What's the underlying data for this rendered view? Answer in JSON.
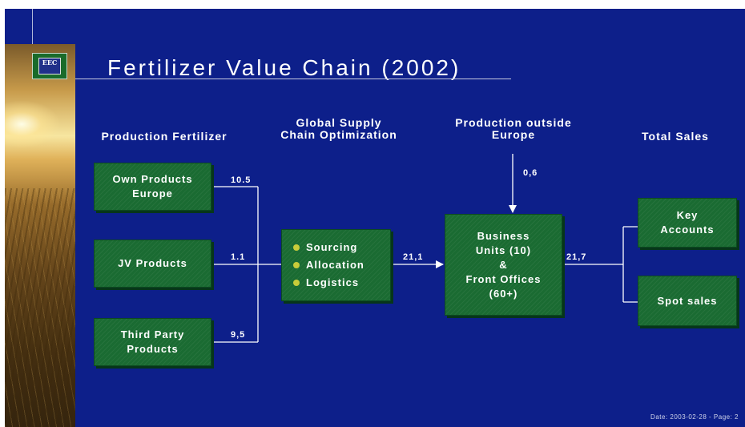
{
  "slide": {
    "title": "Fertilizer Value Chain (2002)",
    "logo_text": "EEC",
    "footer": "Date: 2003-02-28 - Page: 2"
  },
  "headers": {
    "production": "Production Fertilizer",
    "global_supply": "Global Supply\nChain Optimization",
    "production_outside": "Production outside\nEurope",
    "total_sales": "Total Sales"
  },
  "boxes": {
    "own_products": "Own Products\nEurope",
    "jv_products": "JV Products",
    "third_party": "Third Party\nProducts",
    "supply_items": [
      "Sourcing",
      "Allocation",
      "Logistics"
    ],
    "business_units": "Business\nUnits (10)\n&\nFront Offices\n(60+)",
    "key_accounts": "Key\nAccounts",
    "spot_sales": "Spot sales"
  },
  "flows": {
    "own_products": "10.5",
    "jv_products": "1.1",
    "third_party": "9,5",
    "to_business_units": "21,1",
    "outside_europe": "0,6",
    "total": "21,7"
  },
  "colors": {
    "background": "#0d1f8a",
    "box_fill": "#1a6b32",
    "bullet": "#c8cc3a"
  }
}
